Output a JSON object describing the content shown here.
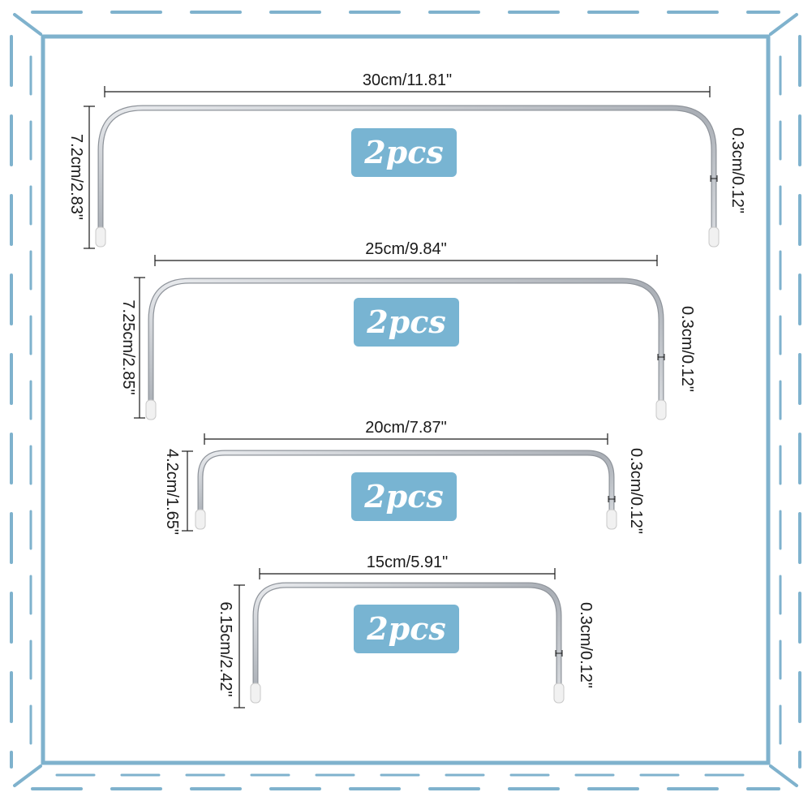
{
  "colors": {
    "frame": "#7fb2cd",
    "badge": "#78b4d2",
    "badge_text": "#ffffff",
    "wire": "#c4c8ce",
    "tip": "#f1f1f1",
    "dimension_line": "#1a1a1a"
  },
  "rods": [
    {
      "width_label": "30cm/11.81\"",
      "height_label": "7.2cm/2.83\"",
      "diameter_label": "0.3cm/0.12\"",
      "quantity_label": "2pcs"
    },
    {
      "width_label": "25cm/9.84\"",
      "height_label": "7.25cm/2.85\"",
      "diameter_label": "0.3cm/0.12\"",
      "quantity_label": "2pcs"
    },
    {
      "width_label": "20cm/7.87\"",
      "height_label": "4.2cm/1.65\"",
      "diameter_label": "0.3cm/0.12\"",
      "quantity_label": "2pcs"
    },
    {
      "width_label": "15cm/5.91\"",
      "height_label": "6.15cm/2.42\"",
      "diameter_label": "0.3cm/0.12\"",
      "quantity_label": "2pcs"
    }
  ]
}
